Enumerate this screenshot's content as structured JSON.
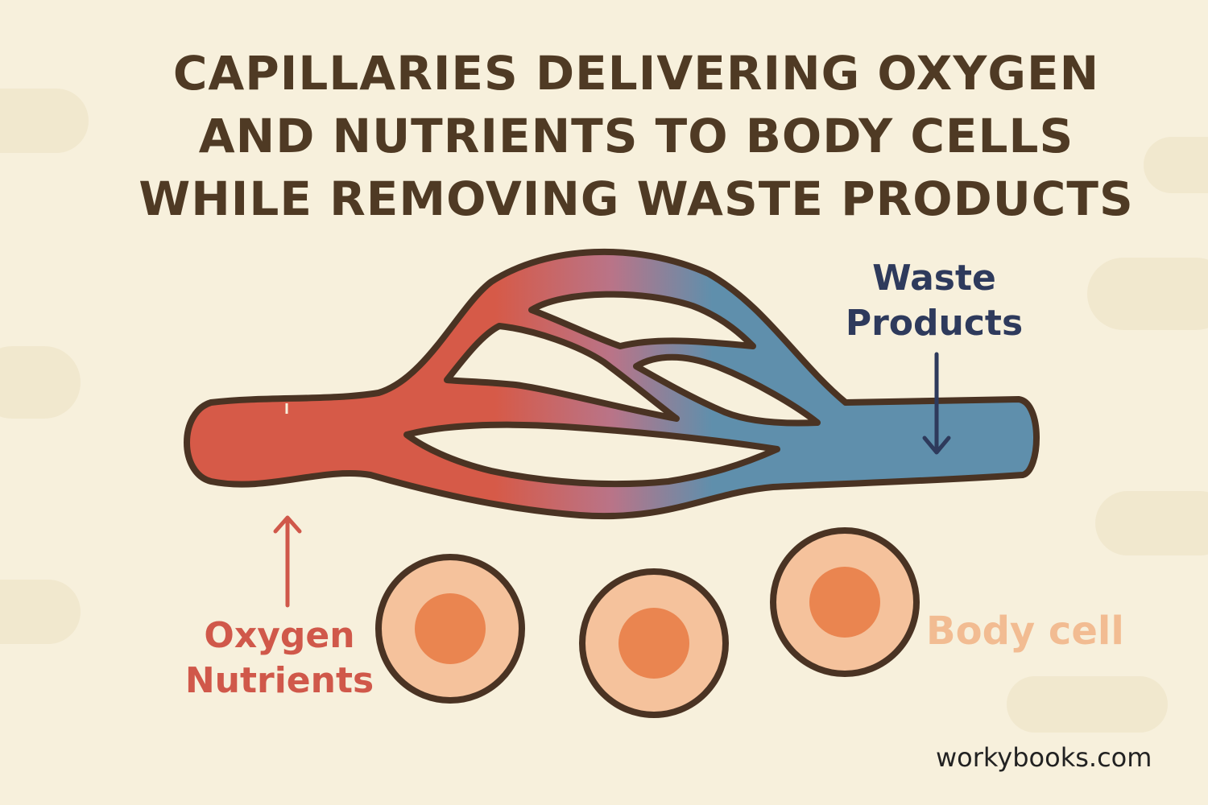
{
  "title": {
    "lines": [
      "CAPILLARIES DELIVERING OXYGEN",
      "AND NUTRIENTS TO BODY CELLS",
      "WHILE REMOVING WASTE PRODUCTS"
    ]
  },
  "labels": {
    "waste": [
      "Waste",
      "Products"
    ],
    "oxygen": [
      "Oxygen",
      "Nutrients"
    ],
    "body_cell": "Body cell"
  },
  "watermark": "workybooks.com",
  "colors": {
    "background": "#f7f0dc",
    "artery": "#d65a48",
    "vein": "#5f8fac",
    "outline": "#4a3323",
    "cell_outer": "#f5c29c",
    "cell_nucleus": "#ea8550",
    "waste_label": "#2e3a5c",
    "oxygen_label": "#d0584a",
    "body_cell_label": "#f2bc92"
  }
}
